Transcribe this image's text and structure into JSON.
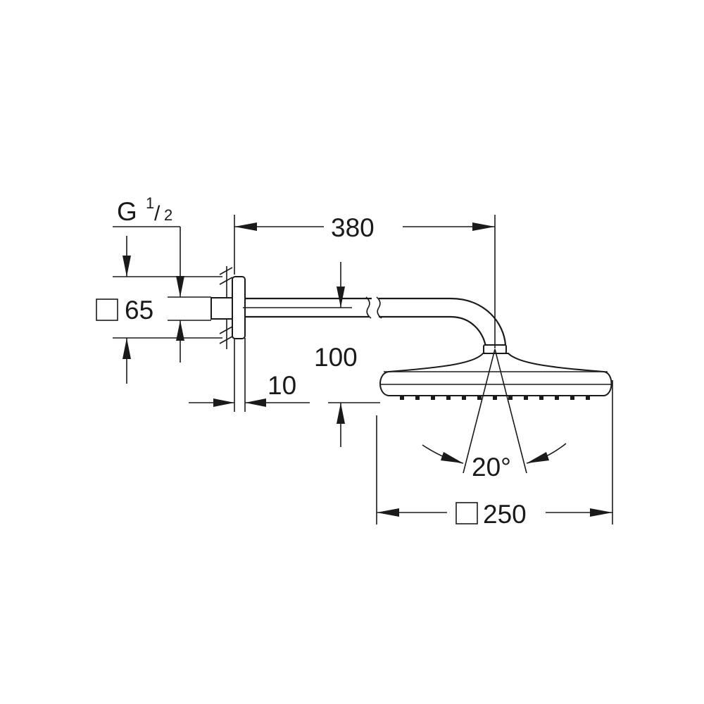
{
  "dimensions": {
    "thread_prefix": "G",
    "thread_num": "1",
    "thread_slash": "/",
    "thread_den": "2",
    "flange_size": "65",
    "arm_length": "380",
    "drop_height": "100",
    "flange_depth": "10",
    "head_size": "250",
    "tilt_angle": "20°"
  }
}
